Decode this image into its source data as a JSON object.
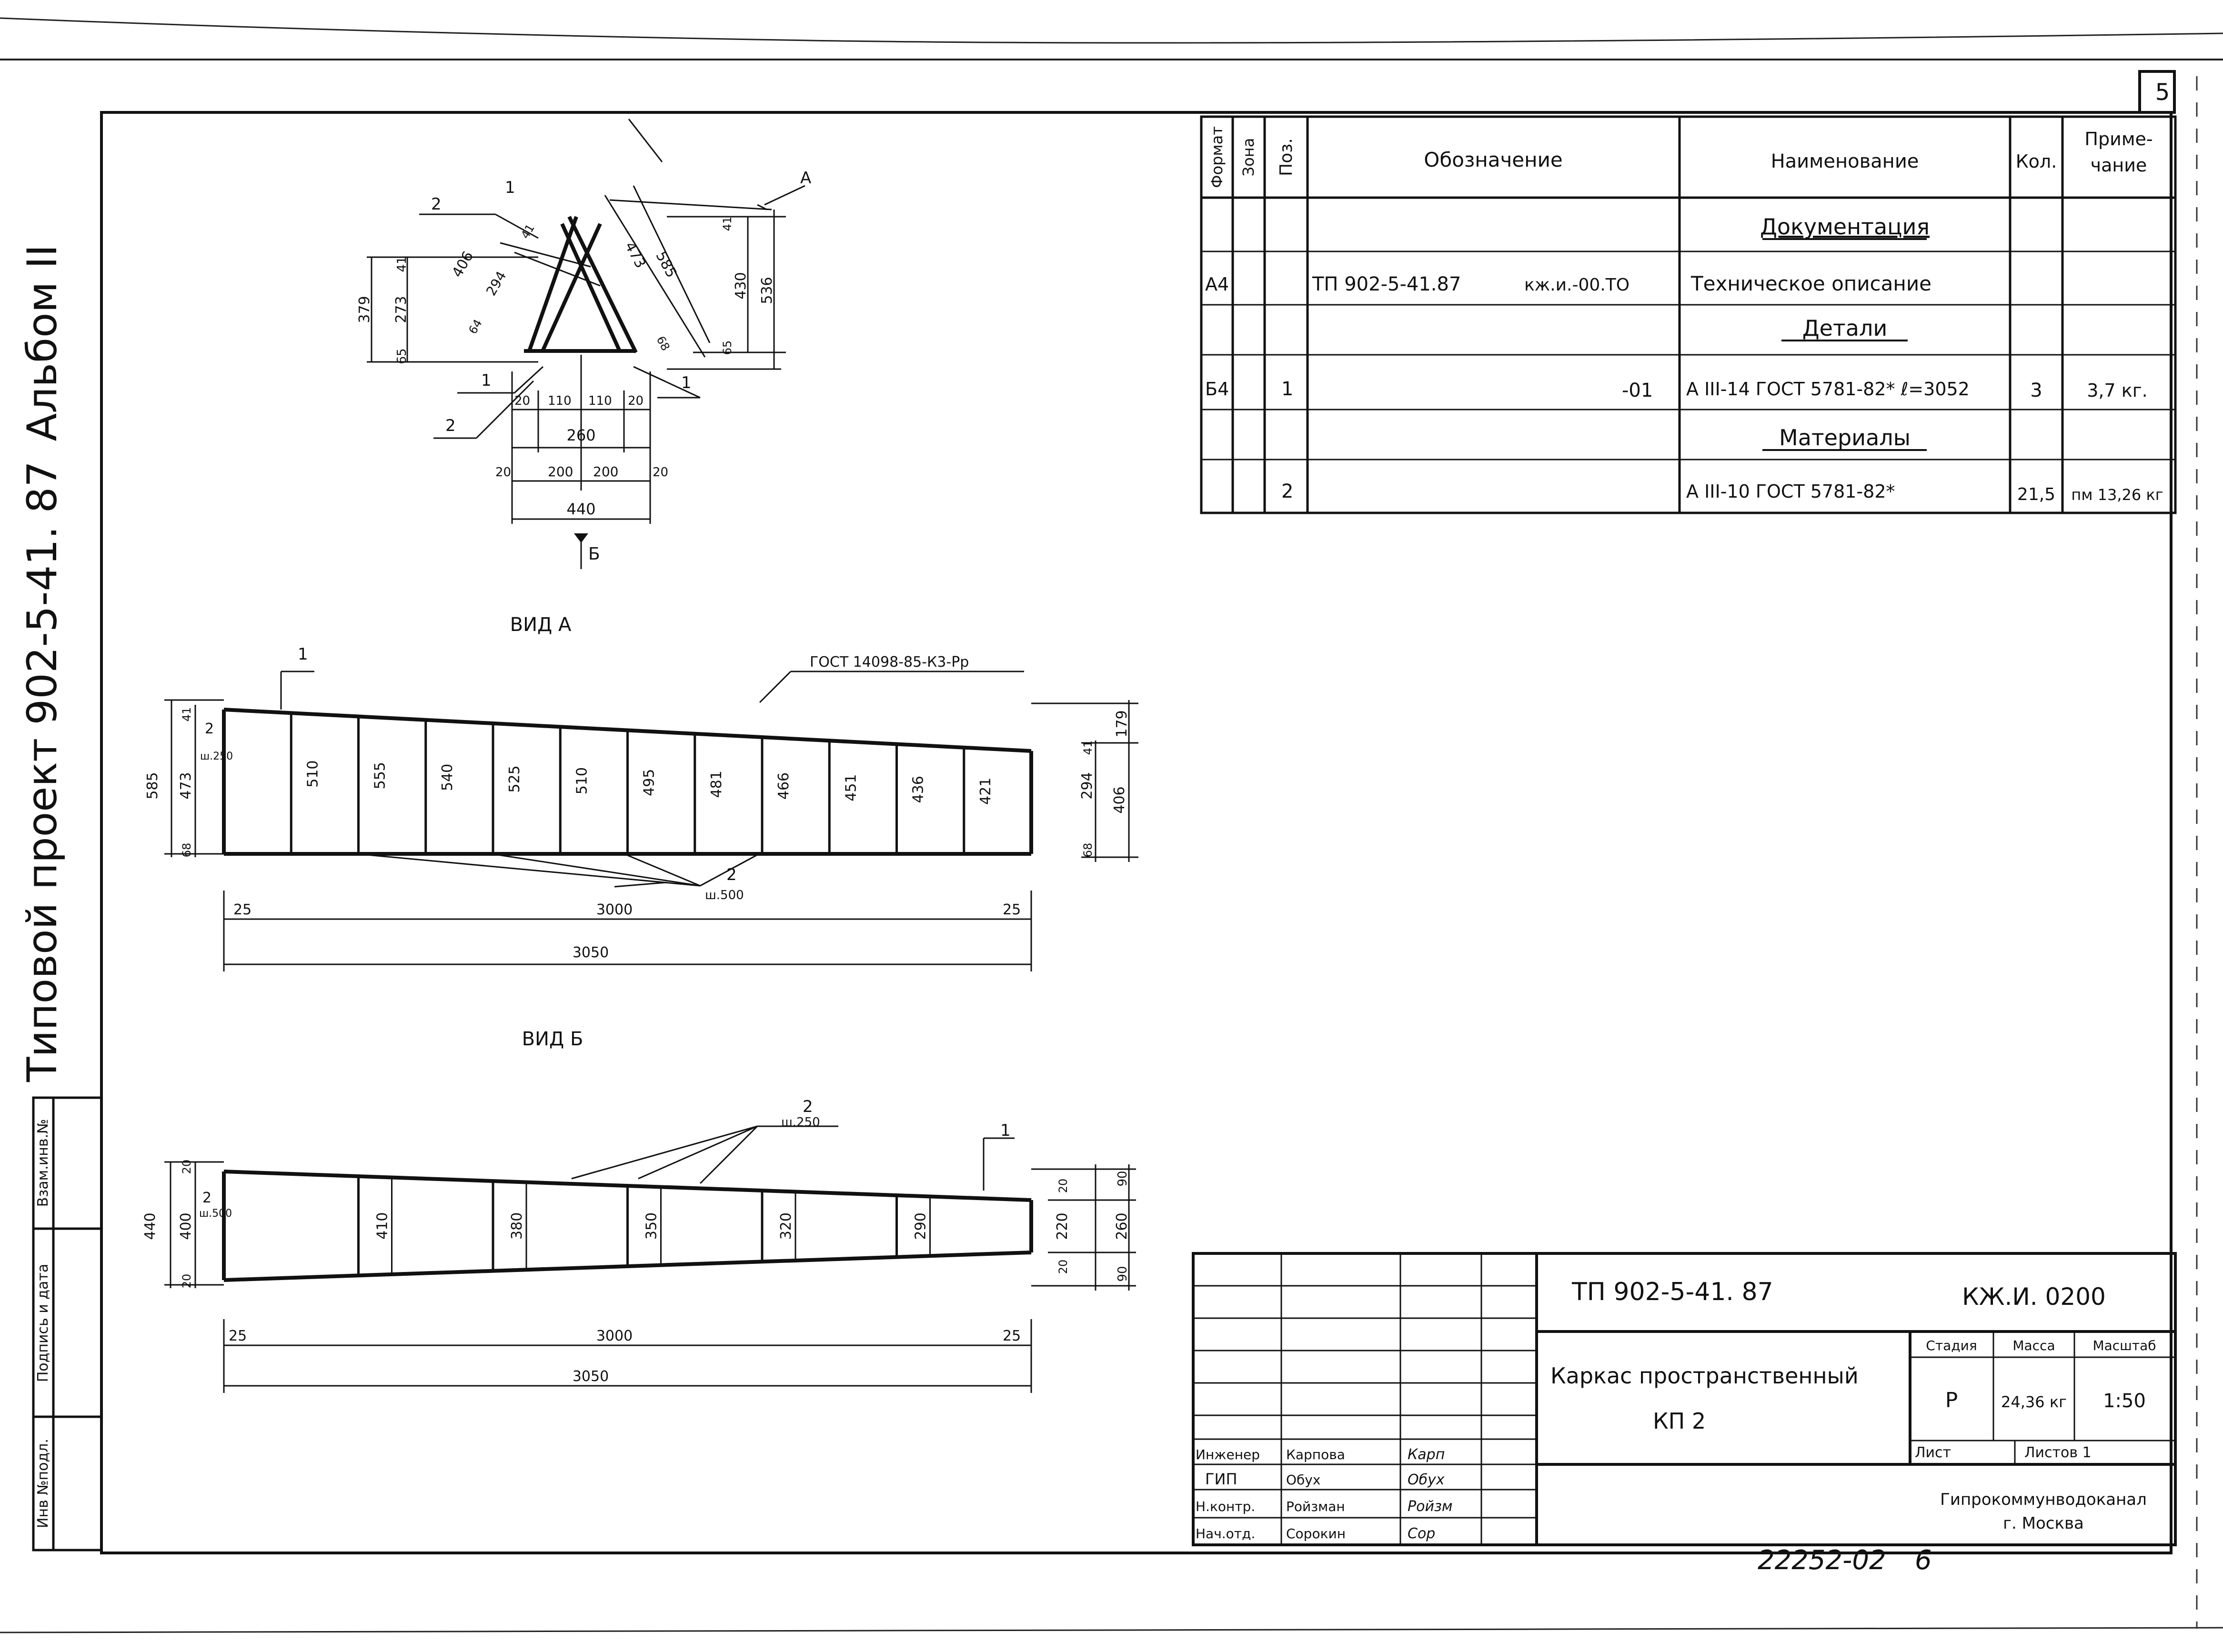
{
  "page_number": "5",
  "side": {
    "album": "Альбом II",
    "project": "Типовой проект 902-5-41. 87",
    "stamp_cols": [
      "Инв №подл.",
      "Подпись и дата",
      "Взам.инв.№"
    ]
  },
  "spec_table": {
    "headers": [
      "Формат",
      "Зона",
      "Поз.",
      "Обозначение",
      "Наименование",
      "Кол.",
      "Приме-",
      "чание"
    ],
    "rows": [
      {
        "format": "",
        "zone": "",
        "pos": "",
        "designation": "",
        "name": "Документация",
        "qty": "",
        "note": "",
        "section": true
      },
      {
        "format": "А4",
        "zone": "",
        "pos": "",
        "designation": "ТП 902-5-41.87",
        "designation2": "кж.и.-00.ТО",
        "name": "Техническое описание",
        "qty": "",
        "note": "",
        "section": false
      },
      {
        "format": "",
        "zone": "",
        "pos": "",
        "designation": "",
        "name": "Детали",
        "qty": "",
        "note": "",
        "section": true
      },
      {
        "format": "Б4",
        "zone": "",
        "pos": "1",
        "designation": "-01",
        "name": "А III-14 ГОСТ 5781-82* ℓ=3052",
        "qty": "3",
        "note": "3,7 кг.",
        "section": false
      },
      {
        "format": "",
        "zone": "",
        "pos": "",
        "designation": "",
        "name": "Материалы",
        "qty": "",
        "note": "",
        "section": true
      },
      {
        "format": "",
        "zone": "",
        "pos": "2",
        "designation": "",
        "name": "А III-10 ГОСТ 5781-82*",
        "qty": "21,5",
        "note": "пм 13,26 кг",
        "section": false
      }
    ]
  },
  "section": {
    "labels_top": [
      "1",
      "2",
      "A"
    ],
    "dims_left": [
      "379",
      "273",
      "65",
      "41"
    ],
    "dims_slant": [
      "406",
      "294",
      "64",
      "41",
      "473",
      "585",
      "68"
    ],
    "dims_right": [
      "41",
      "430",
      "536",
      "65"
    ],
    "dims_bottom_1": [
      "20",
      "110",
      "110",
      "20"
    ],
    "dim_260": "260",
    "dims_bottom_2": [
      "20",
      "200",
      "200",
      "20"
    ],
    "dim_440": "440",
    "labels_bottom": [
      "1",
      "2",
      "1"
    ],
    "view_arrow": "Б"
  },
  "view_a": {
    "title": "ВИД  А",
    "callout_1": "1",
    "callout_gost": "ГОСТ 14098-85-К3-Рр",
    "left_dims": [
      "585",
      "473",
      "41",
      "68",
      "2",
      "ш.250"
    ],
    "heights": [
      "510",
      "555",
      "540",
      "525",
      "510",
      "495",
      "481",
      "466",
      "451",
      "436",
      "421"
    ],
    "right_dims": [
      "179",
      "406",
      "294",
      "41",
      "68"
    ],
    "callout_2": "2",
    "callout_2_spacing": "ш.500",
    "dim_25_l": "25",
    "dim_3000": "3000",
    "dim_25_r": "25",
    "dim_3050": "3050"
  },
  "view_b": {
    "title": "ВИД  Б",
    "callout_2": "2",
    "callout_2_spacing": "ш.250",
    "callout_1": "1",
    "left_dims": [
      "440",
      "400",
      "20",
      "20",
      "2",
      "ш.500"
    ],
    "widths": [
      "410",
      "380",
      "350",
      "320",
      "290"
    ],
    "right_dims": [
      "20",
      "90",
      "220",
      "260",
      "20",
      "90"
    ],
    "dim_25_l": "25",
    "dim_3000": "3000",
    "dim_25_r": "25",
    "dim_3050": "3050"
  },
  "title_block": {
    "code": "ТП  902-5-41. 87",
    "doc": "КЖ.И. 0200",
    "title_line1": "Каркас  пространственный",
    "title_line2": "КП 2",
    "stage_h": "Стадия",
    "mass_h": "Масса",
    "scale_h": "Масштаб",
    "stage": "Р",
    "mass": "24,36 кг",
    "scale": "1:50",
    "sheet_h": "Лист",
    "sheets_h": "Листов 1",
    "org_line1": "Гипрокоммунводоканал",
    "org_line2": "г. Москва",
    "roles": [
      "Инженер",
      "ГИП",
      "Н.контр.",
      "Нач.отд."
    ],
    "names": [
      "Карпова",
      "Обух",
      "Ройзман",
      "Сорокин"
    ],
    "signatures": [
      "Карп",
      "Обух",
      "Ройзм",
      "Сор"
    ]
  },
  "footer": {
    "number": "22252-02",
    "sheet": "6"
  }
}
